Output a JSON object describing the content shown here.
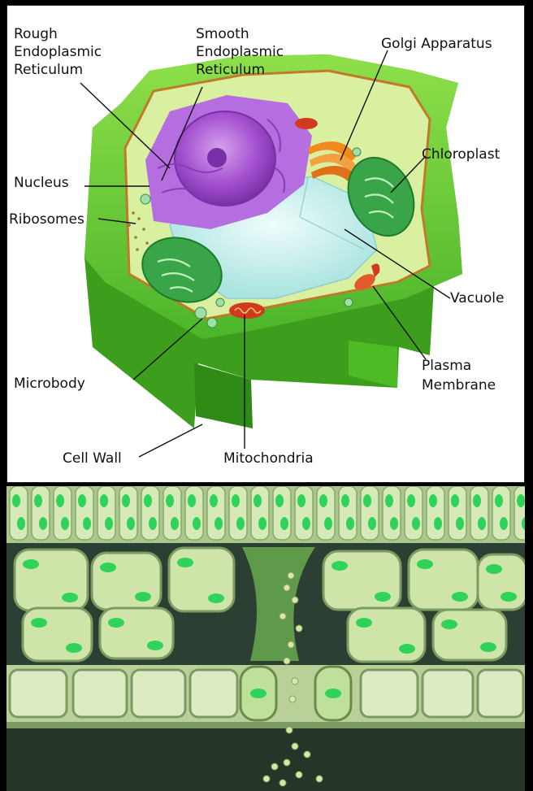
{
  "diagram": {
    "labels": {
      "rough_er": [
        "Rough",
        "Endoplasmic",
        "Reticulum"
      ],
      "smooth_er": [
        "Smooth",
        "Endoplasmic",
        "Reticulum"
      ],
      "golgi": "Golgi Apparatus",
      "chloroplast": "Chloroplast",
      "nucleus": "Nucleus",
      "ribosomes": "Ribosomes",
      "vacuole": "Vacuole",
      "plasma_membrane": [
        "Plasma",
        "Membrane"
      ],
      "microbody": "Microbody",
      "cell_wall": "Cell Wall",
      "mitochondria": "Mitochondria"
    }
  },
  "colors": {
    "cell_wall": "#5fcf2e",
    "cell_wall_dark": "#3c9e1c",
    "cytoplasm": "#d8f0a0",
    "nucleus": "#a552d0",
    "golgi": "#f08a1e",
    "chloroplast": "#3aa548",
    "vacuole": "#c8f0ee",
    "mitochondria": "#d23a1e",
    "tissue_bg": "#2c3f33",
    "tissue_cell": "#cfe4a8",
    "chloroplast_bright": "#2fd35a"
  }
}
